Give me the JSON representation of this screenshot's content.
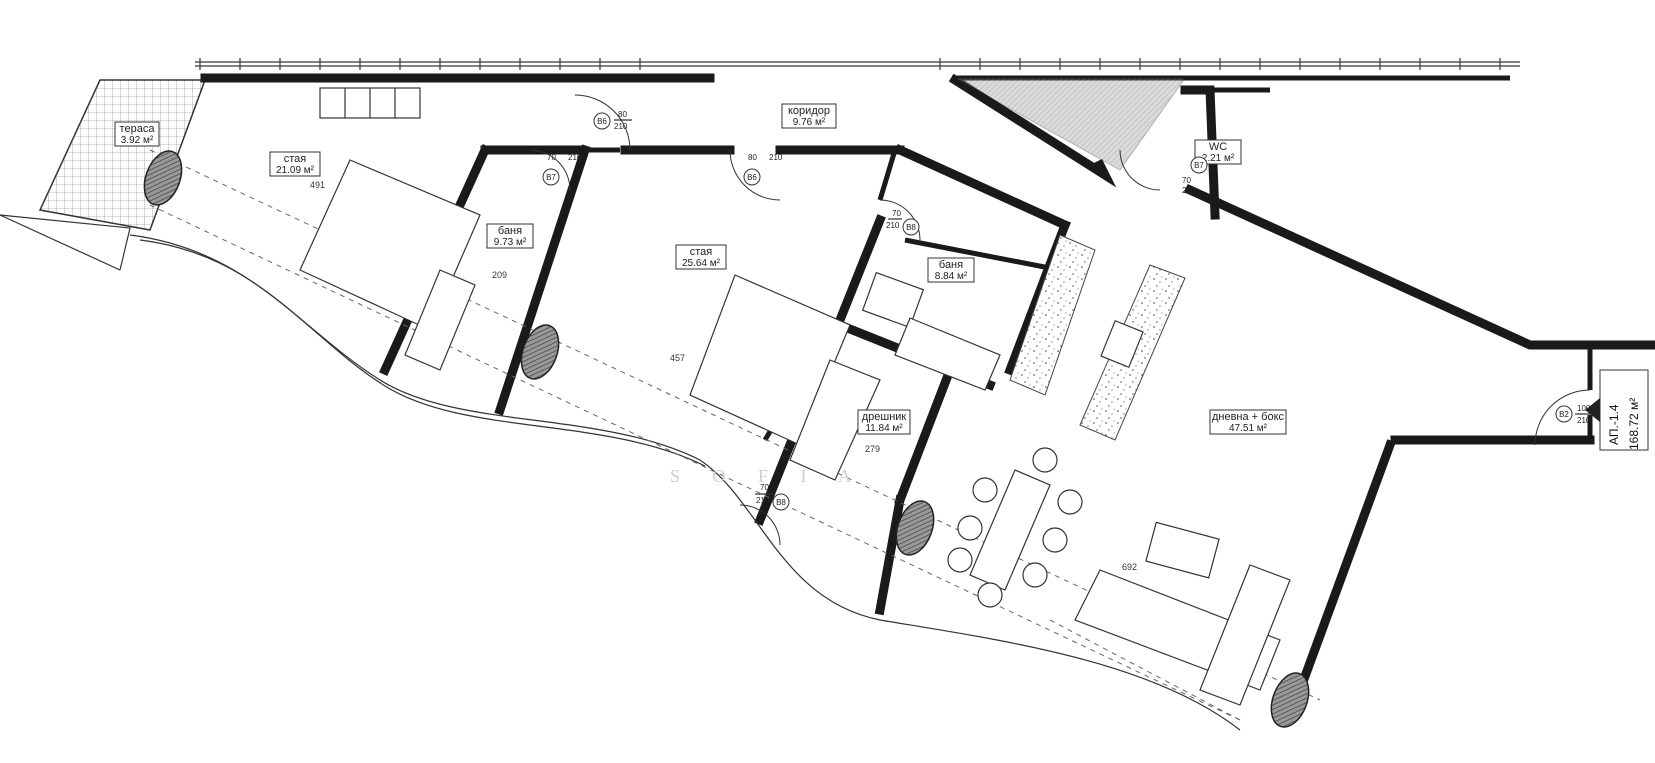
{
  "rooms": [
    {
      "id": "terrace",
      "name": "тераса",
      "area": "3.92 м²"
    },
    {
      "id": "bedroom1",
      "name": "стая",
      "area": "21.09 м²"
    },
    {
      "id": "bath1",
      "name": "баня",
      "area": "9.73 м²"
    },
    {
      "id": "corridor",
      "name": "коридор",
      "area": "9.76 м²"
    },
    {
      "id": "bedroom2",
      "name": "стая",
      "area": "25.64 м²"
    },
    {
      "id": "bath2",
      "name": "баня",
      "area": "8.84 м²"
    },
    {
      "id": "wc",
      "name": "WC",
      "area": "2.21 м²"
    },
    {
      "id": "wardrobe",
      "name": "дрешник",
      "area": "11.84 м²"
    },
    {
      "id": "living",
      "name": "дневна + бокс",
      "area": "47.51 м²"
    }
  ],
  "doors": [
    {
      "id": "b6",
      "tag": "В6",
      "width": "80",
      "height": "210"
    },
    {
      "id": "b7a",
      "tag": "В7",
      "width": "70",
      "height": "210"
    },
    {
      "id": "b6b",
      "tag": "В6",
      "width": "80",
      "height": "210"
    },
    {
      "id": "b8a",
      "tag": "В8",
      "width": "70",
      "height": "210"
    },
    {
      "id": "b7b",
      "tag": "В7",
      "width": "70",
      "height": "210"
    },
    {
      "id": "b8b",
      "tag": "В8",
      "width": "70",
      "height": "210"
    },
    {
      "id": "b2",
      "tag": "В2",
      "width": "100",
      "height": "210"
    }
  ],
  "dimensions": [
    "491",
    "209",
    "457",
    "279",
    "692"
  ],
  "apartment": {
    "code": "АП.-1.4",
    "area": "168.72 м²"
  },
  "watermark": "S O F I A"
}
